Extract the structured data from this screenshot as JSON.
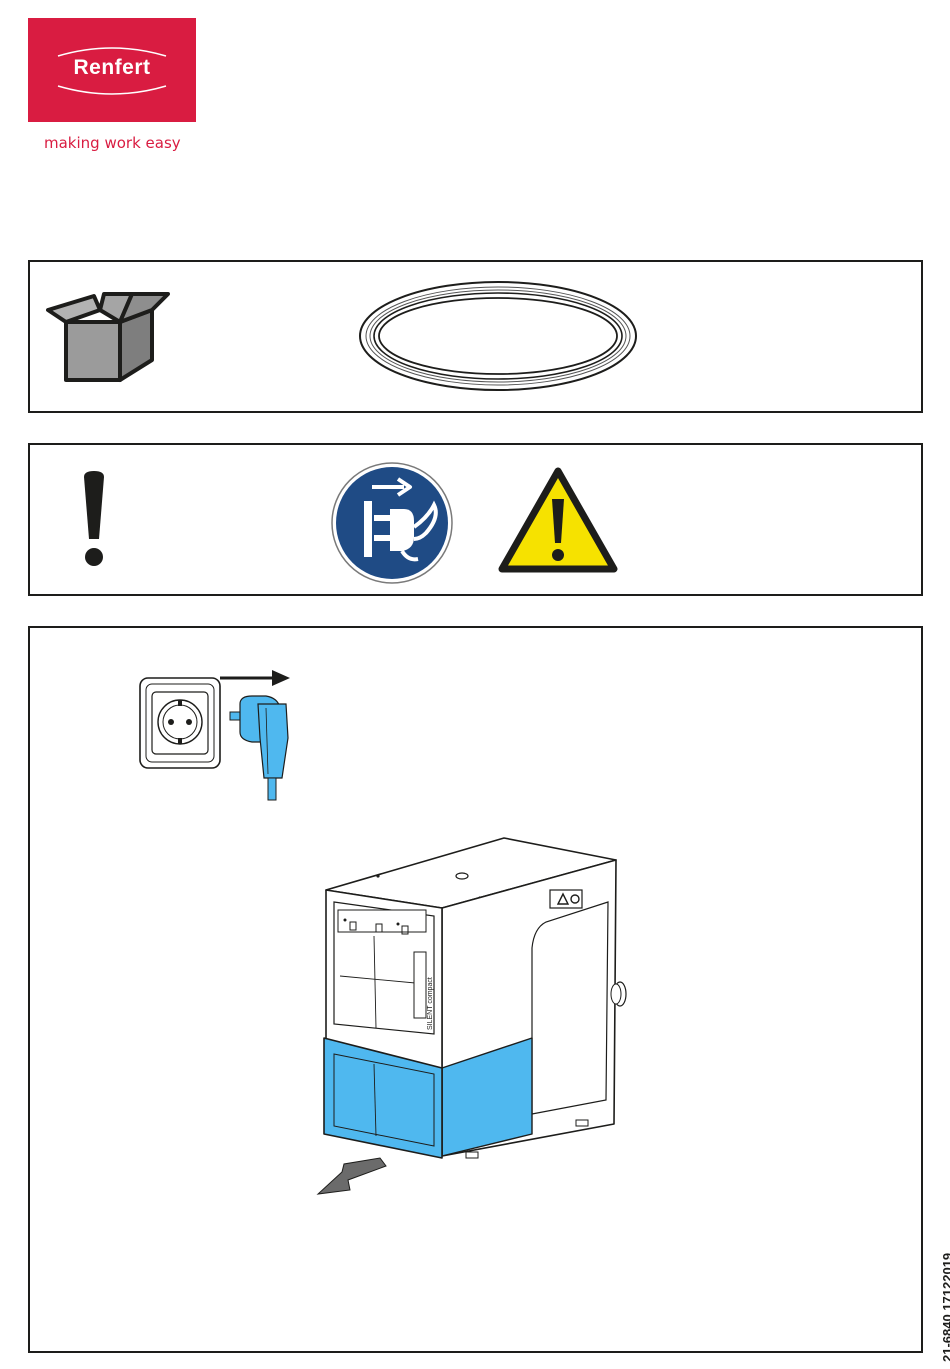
{
  "brand": {
    "name": "Renfert",
    "tagline": "making work easy",
    "color": "#d91c41"
  },
  "icons": {
    "package": "open-box-icon",
    "part": "gasket-ring-icon",
    "note": "exclamation-icon",
    "disconnect": "disconnect-mains-plug-icon",
    "warning": "warning-triangle-icon",
    "socket": "wall-socket-icon",
    "plug": "mains-plug-icon",
    "device": "silent-compact-device-icon"
  },
  "colors": {
    "safety_blue": "#1f4b85",
    "warning_yellow": "#f6e200",
    "device_blue": "#4fb8ef"
  },
  "device": {
    "model_label": "SILENT compact"
  },
  "document": {
    "number": "21-6840  17122019"
  }
}
